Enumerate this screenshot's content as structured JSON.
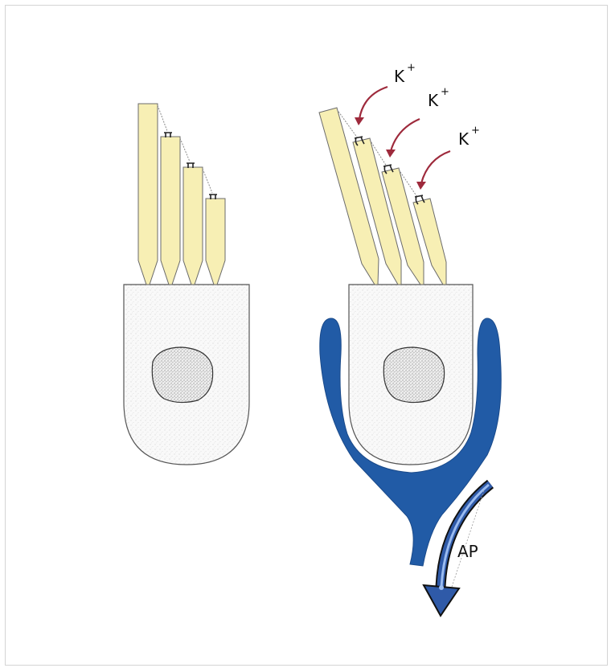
{
  "colors": {
    "stereocilia_fill": "#f7efb4",
    "cell_fill": "#f8f8f8",
    "nucleus_fill": "#e6e6e6",
    "afferent_nerve": "#215ba6",
    "arrow_red": "#9e2a3c",
    "ap_arrow_fill": "#2f5aa8",
    "ap_arrow_inner": "#9bbcf0"
  },
  "labels": {
    "potassium_1": {
      "base": "K",
      "sup": "+"
    },
    "potassium_2": {
      "base": "K",
      "sup": "+"
    },
    "potassium_3": {
      "base": "K",
      "sup": "+"
    },
    "action_potential": "AP"
  },
  "icons": {
    "tip_link_closed": "pi-shaped-channel-icon",
    "tip_link_open": "open-channel-icon"
  }
}
